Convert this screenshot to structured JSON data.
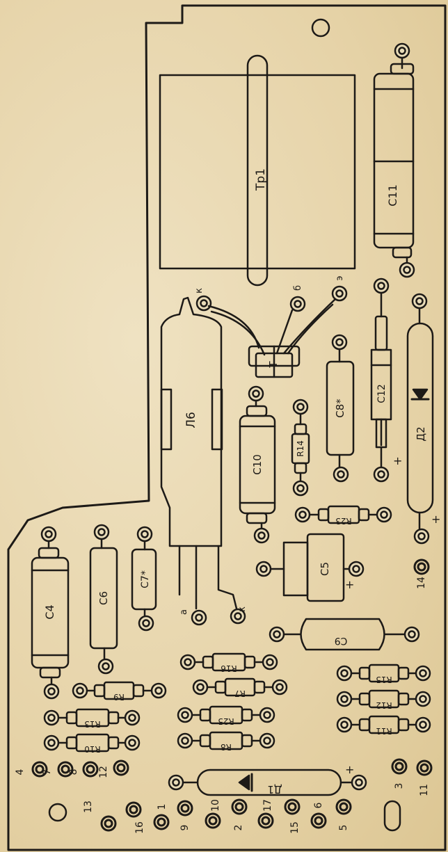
{
  "board": {
    "ink_color": "#1d1a17",
    "paper_color": "#e9d9b4"
  },
  "components": {
    "transformer": "Тр1",
    "tube": "Л6",
    "transistor": "Т",
    "c4": "С4",
    "c5": "С5",
    "c6": "С6",
    "c7": "С7*",
    "c8": "С8*",
    "c9": "С9",
    "c10": "С10",
    "c11": "С11",
    "c12": "С12",
    "d1": "Д1",
    "d2": "Д2",
    "r7": "R7",
    "r8": "R8",
    "r9": "R9",
    "r10": "R10",
    "r11": "R11",
    "r12": "R12",
    "r13": "R13",
    "r14": "R14",
    "r15": "R15",
    "r16": "R16",
    "r23": "R23",
    "r25": "R25"
  },
  "pin_labels": {
    "tube_k_top": "к",
    "transistor_b": "б",
    "transistor_e": "э",
    "tube_a": "а",
    "tube_k_bottom": "к",
    "plus": "+"
  },
  "terminals": {
    "t1": "1",
    "t2": "2",
    "t3": "3",
    "t4": "4",
    "t5": "5",
    "t6": "6",
    "t7": "7",
    "t8": "8",
    "t9": "9",
    "t10": "10",
    "t11": "11",
    "t12": "12",
    "t13": "13",
    "t14": "14",
    "t15": "15",
    "t16": "16",
    "t17": "17"
  }
}
